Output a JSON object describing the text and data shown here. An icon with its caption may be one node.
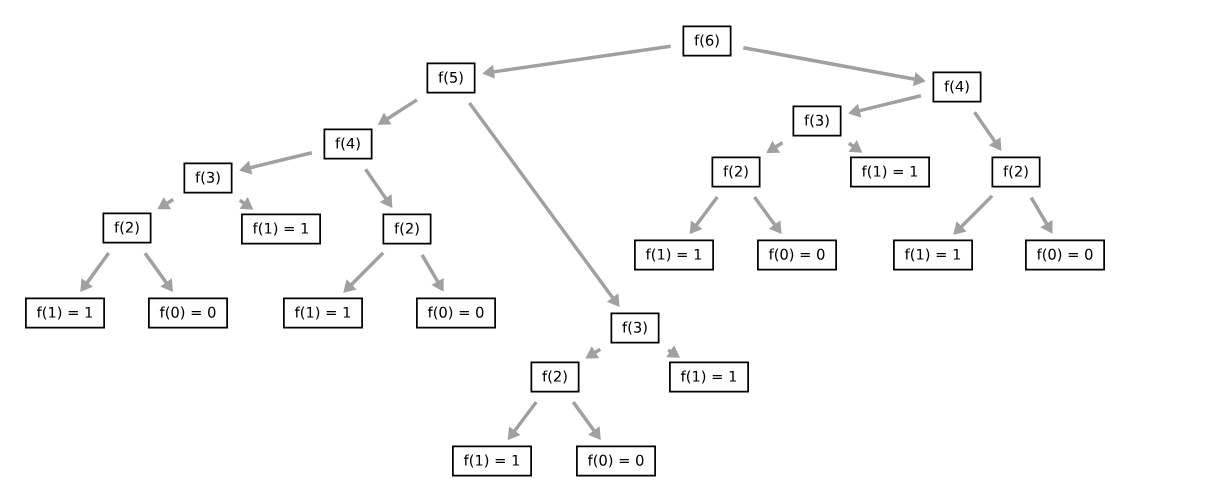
{
  "diagram": {
    "nodes": [
      {
        "text": [
          "f(6)"
        ]
      },
      {
        "text": [
          "f(5)"
        ]
      },
      {
        "text": [
          "f(4)"
        ]
      },
      {
        "text": [
          "f(3)"
        ]
      },
      {
        "text": [
          "f(2)"
        ]
      },
      {
        "text": [
          "f(1) = 1"
        ]
      },
      {
        "text": [
          "f(0) = 0"
        ]
      },
      {
        "text": [
          "f(1) = 1"
        ]
      },
      {
        "text": [
          "f(2)"
        ]
      },
      {
        "text": [
          "f(1) = 1"
        ]
      },
      {
        "text": [
          "f(0) = 0"
        ]
      },
      {
        "text": [
          "f(3)"
        ]
      },
      {
        "text": [
          "f(2)"
        ]
      },
      {
        "text": [
          "f(1) = 1"
        ]
      },
      {
        "text": [
          "f(0) = 0"
        ]
      },
      {
        "text": [
          "f(1) = 1"
        ]
      },
      {
        "text": [
          "f(4)"
        ]
      },
      {
        "text": [
          "f(3)"
        ]
      },
      {
        "text": [
          "f(2)"
        ]
      },
      {
        "text": [
          "f(1) = 1"
        ]
      },
      {
        "text": [
          "f(0) = 0"
        ]
      },
      {
        "text": [
          "f(1) = 1"
        ]
      },
      {
        "text": [
          "f(2)"
        ]
      },
      {
        "text": [
          "f(1) = 1"
        ]
      },
      {
        "text": [
          "f(0) = 0"
        ]
      }
    ],
    "edges": [
      {
        "from": 0,
        "to": 1,
        "arrow": "to"
      },
      {
        "from": 0,
        "to": 16,
        "arrow": "to"
      },
      {
        "from": 1,
        "to": 2,
        "arrow": "to"
      },
      {
        "from": 1,
        "to": 11,
        "arrow": "to"
      },
      {
        "from": 2,
        "to": 3,
        "arrow": "to"
      },
      {
        "from": 2,
        "to": 8,
        "arrow": "to"
      },
      {
        "from": 3,
        "to": 4,
        "arrow": "to"
      },
      {
        "from": 3,
        "to": 7,
        "arrow": "to"
      },
      {
        "from": 4,
        "to": 5,
        "arrow": "to"
      },
      {
        "from": 4,
        "to": 6,
        "arrow": "to"
      },
      {
        "from": 8,
        "to": 9,
        "arrow": "to"
      },
      {
        "from": 8,
        "to": 10,
        "arrow": "to"
      },
      {
        "from": 11,
        "to": 12,
        "arrow": "to"
      },
      {
        "from": 11,
        "to": 15,
        "arrow": "to"
      },
      {
        "from": 12,
        "to": 13,
        "arrow": "to"
      },
      {
        "from": 12,
        "to": 14,
        "arrow": "to"
      },
      {
        "from": 16,
        "to": 17,
        "arrow": "to"
      },
      {
        "from": 16,
        "to": 22,
        "arrow": "to"
      },
      {
        "from": 17,
        "to": 18,
        "arrow": "to"
      },
      {
        "from": 17,
        "to": 21,
        "arrow": "to"
      },
      {
        "from": 18,
        "to": 19,
        "arrow": "to"
      },
      {
        "from": 18,
        "to": 20,
        "arrow": "to"
      },
      {
        "from": 22,
        "to": 23,
        "arrow": "to"
      },
      {
        "from": 22,
        "to": 24,
        "arrow": "to"
      }
    ]
  }
}
